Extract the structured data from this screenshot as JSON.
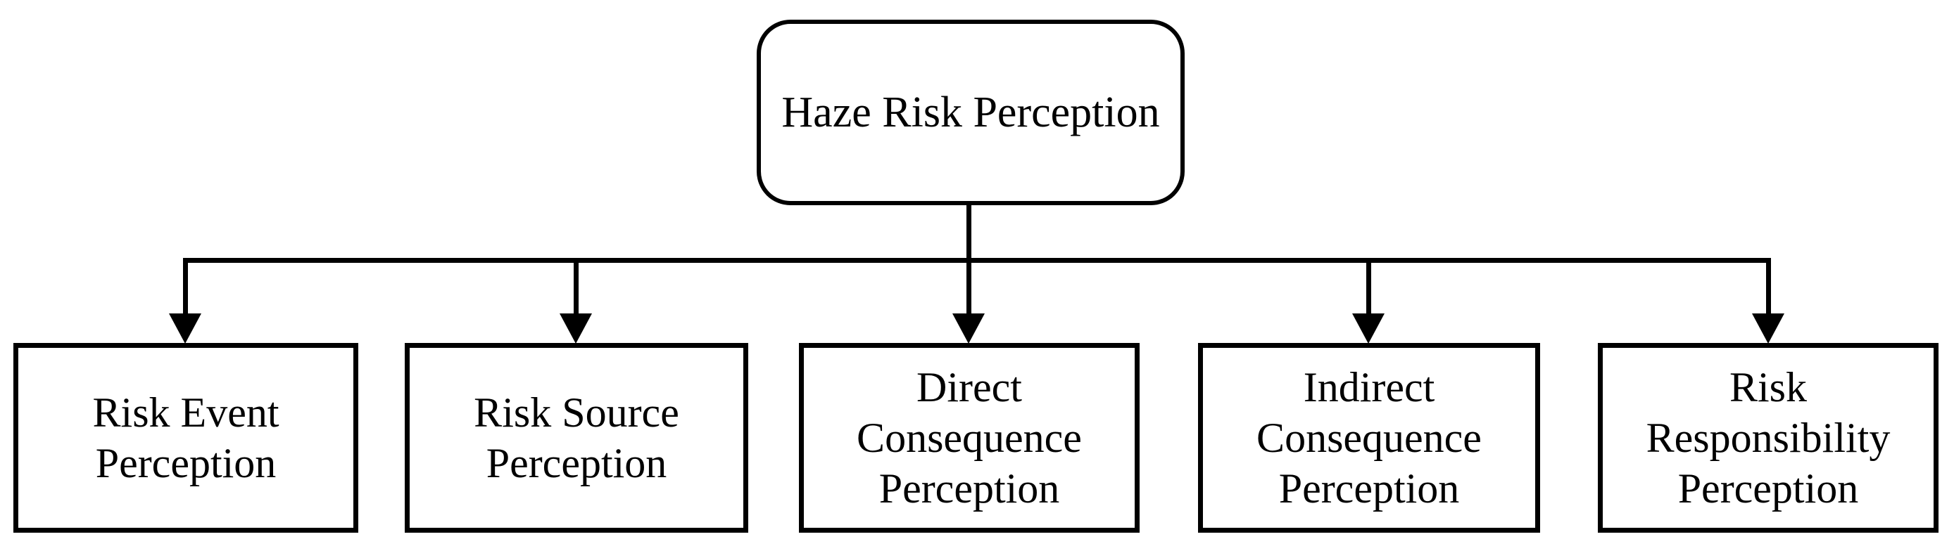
{
  "diagram": {
    "type": "hierarchy-flowchart",
    "root": {
      "label": "Haze Risk Perception"
    },
    "children": [
      {
        "label": "Risk Event Perception",
        "lines": [
          "Risk Event",
          "Perception"
        ]
      },
      {
        "label": "Risk Source Perception",
        "lines": [
          "Risk Source",
          "Perception"
        ]
      },
      {
        "label": "Direct Consequence Perception",
        "lines": [
          "Direct",
          "Consequence",
          "Perception"
        ]
      },
      {
        "label": "Indirect Consequence Perception",
        "lines": [
          "Indirect",
          "Consequence",
          "Perception"
        ]
      },
      {
        "label": "Risk Responsibility Perception",
        "lines": [
          "Risk",
          "Responsibility",
          "Perception"
        ]
      }
    ],
    "colors": {
      "line": "#000000",
      "text": "#000000",
      "node_fill": "#ffffff",
      "background": "#ffffff"
    }
  }
}
